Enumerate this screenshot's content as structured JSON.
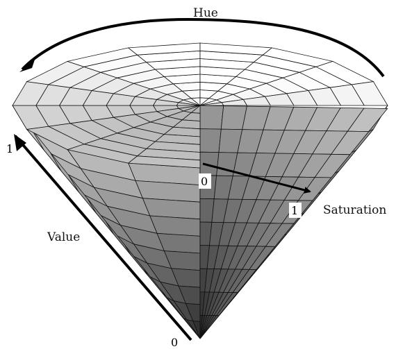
{
  "labels": {
    "hue": "Hue",
    "value": "Value",
    "saturation": "Saturation"
  },
  "ticks": {
    "value_top": "1",
    "value_bottom": "0",
    "saturation_start": "0",
    "saturation_end": "1"
  },
  "colors": {
    "background": "#ffffff",
    "outline": "#111111",
    "arrow": "#000000"
  }
}
